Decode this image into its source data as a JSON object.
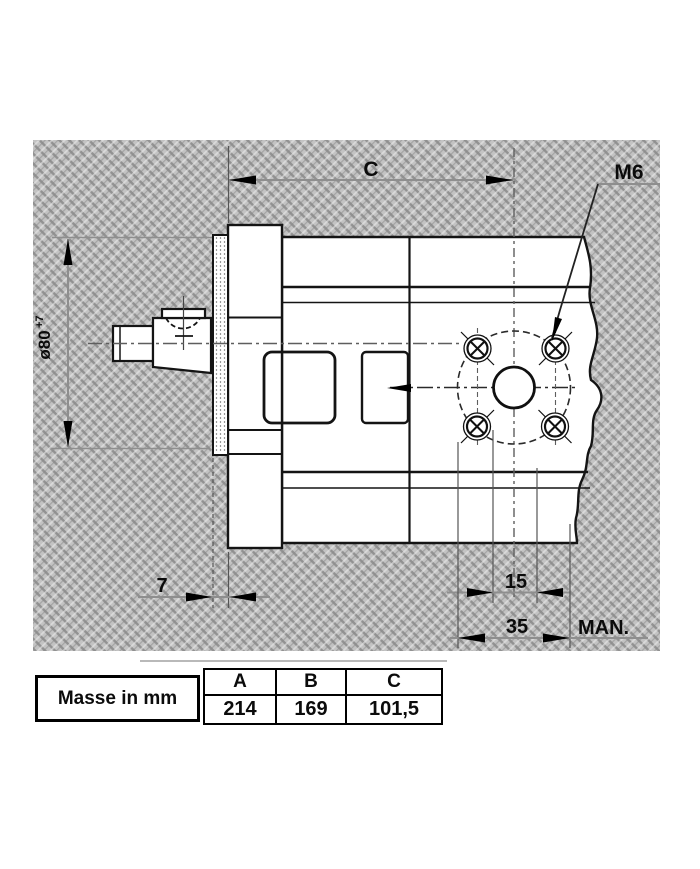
{
  "drawing": {
    "dim_c_label": "C",
    "m6_label": "M6",
    "shaft_dia_label": "ø80",
    "shaft_dia_tol": "+7",
    "dim_7_label": "7",
    "dim_15_label": "15",
    "dim_35_label": "35",
    "man_label": "MAN.",
    "line_color": "#141414",
    "dim_line_color": "#8e8e8e",
    "hatch_base_color": "#c3c3c3"
  },
  "table": {
    "caption": "Masse in mm",
    "headers": [
      "A",
      "B",
      "C"
    ],
    "values": [
      "214",
      "169",
      "101,5"
    ]
  }
}
